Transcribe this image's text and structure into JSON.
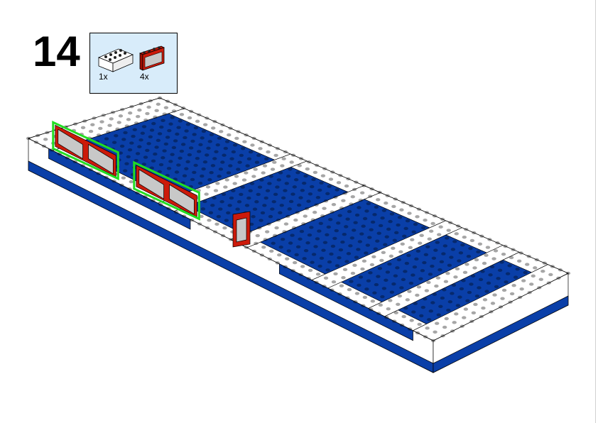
{
  "step": {
    "number": "14"
  },
  "parts_list": [
    {
      "name": "white-brick-2x4",
      "quantity": "1x",
      "color": "#ffffff"
    },
    {
      "name": "red-window-1x4",
      "quantity": "4x",
      "color": "#cc1a0a"
    }
  ],
  "colors": {
    "blue": "#0a3fa8",
    "white": "#ffffff",
    "red": "#cc1a0a",
    "highlight": "#22dd22",
    "glass": "#c8c8c8"
  }
}
